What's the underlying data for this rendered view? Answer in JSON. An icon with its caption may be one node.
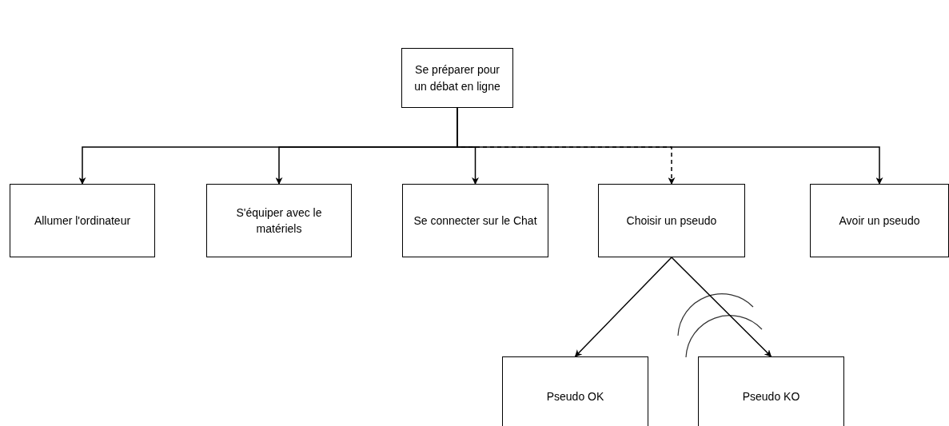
{
  "diagram": {
    "nodes": [
      {
        "text": [
          "Se préparer pour un débat en ligne"
        ]
      },
      {
        "text": [
          "Allumer l'ordinateur"
        ]
      },
      {
        "text": [
          "S'équiper avec le matériels"
        ]
      },
      {
        "text": [
          "Se connecter sur le Chat"
        ]
      },
      {
        "text": [
          "Choisir un pseudo"
        ]
      },
      {
        "text": [
          "Avoir un pseudo"
        ]
      },
      {
        "text": [
          "Pseudo OK"
        ]
      },
      {
        "text": [
          "Pseudo KO"
        ]
      }
    ],
    "edges": [
      {
        "from": 0,
        "to": 1,
        "arrow": "to"
      },
      {
        "from": 0,
        "to": 2,
        "arrow": "to"
      },
      {
        "from": 0,
        "to": 3,
        "arrow": "to"
      },
      {
        "from": 0,
        "to": 4,
        "arrow": "to",
        "style": "dashed"
      },
      {
        "from": 0,
        "to": 5,
        "arrow": "to"
      },
      {
        "from": 4,
        "to": 6,
        "arrow": "to"
      },
      {
        "from": 4,
        "to": 7,
        "arrow": "to"
      }
    ]
  }
}
